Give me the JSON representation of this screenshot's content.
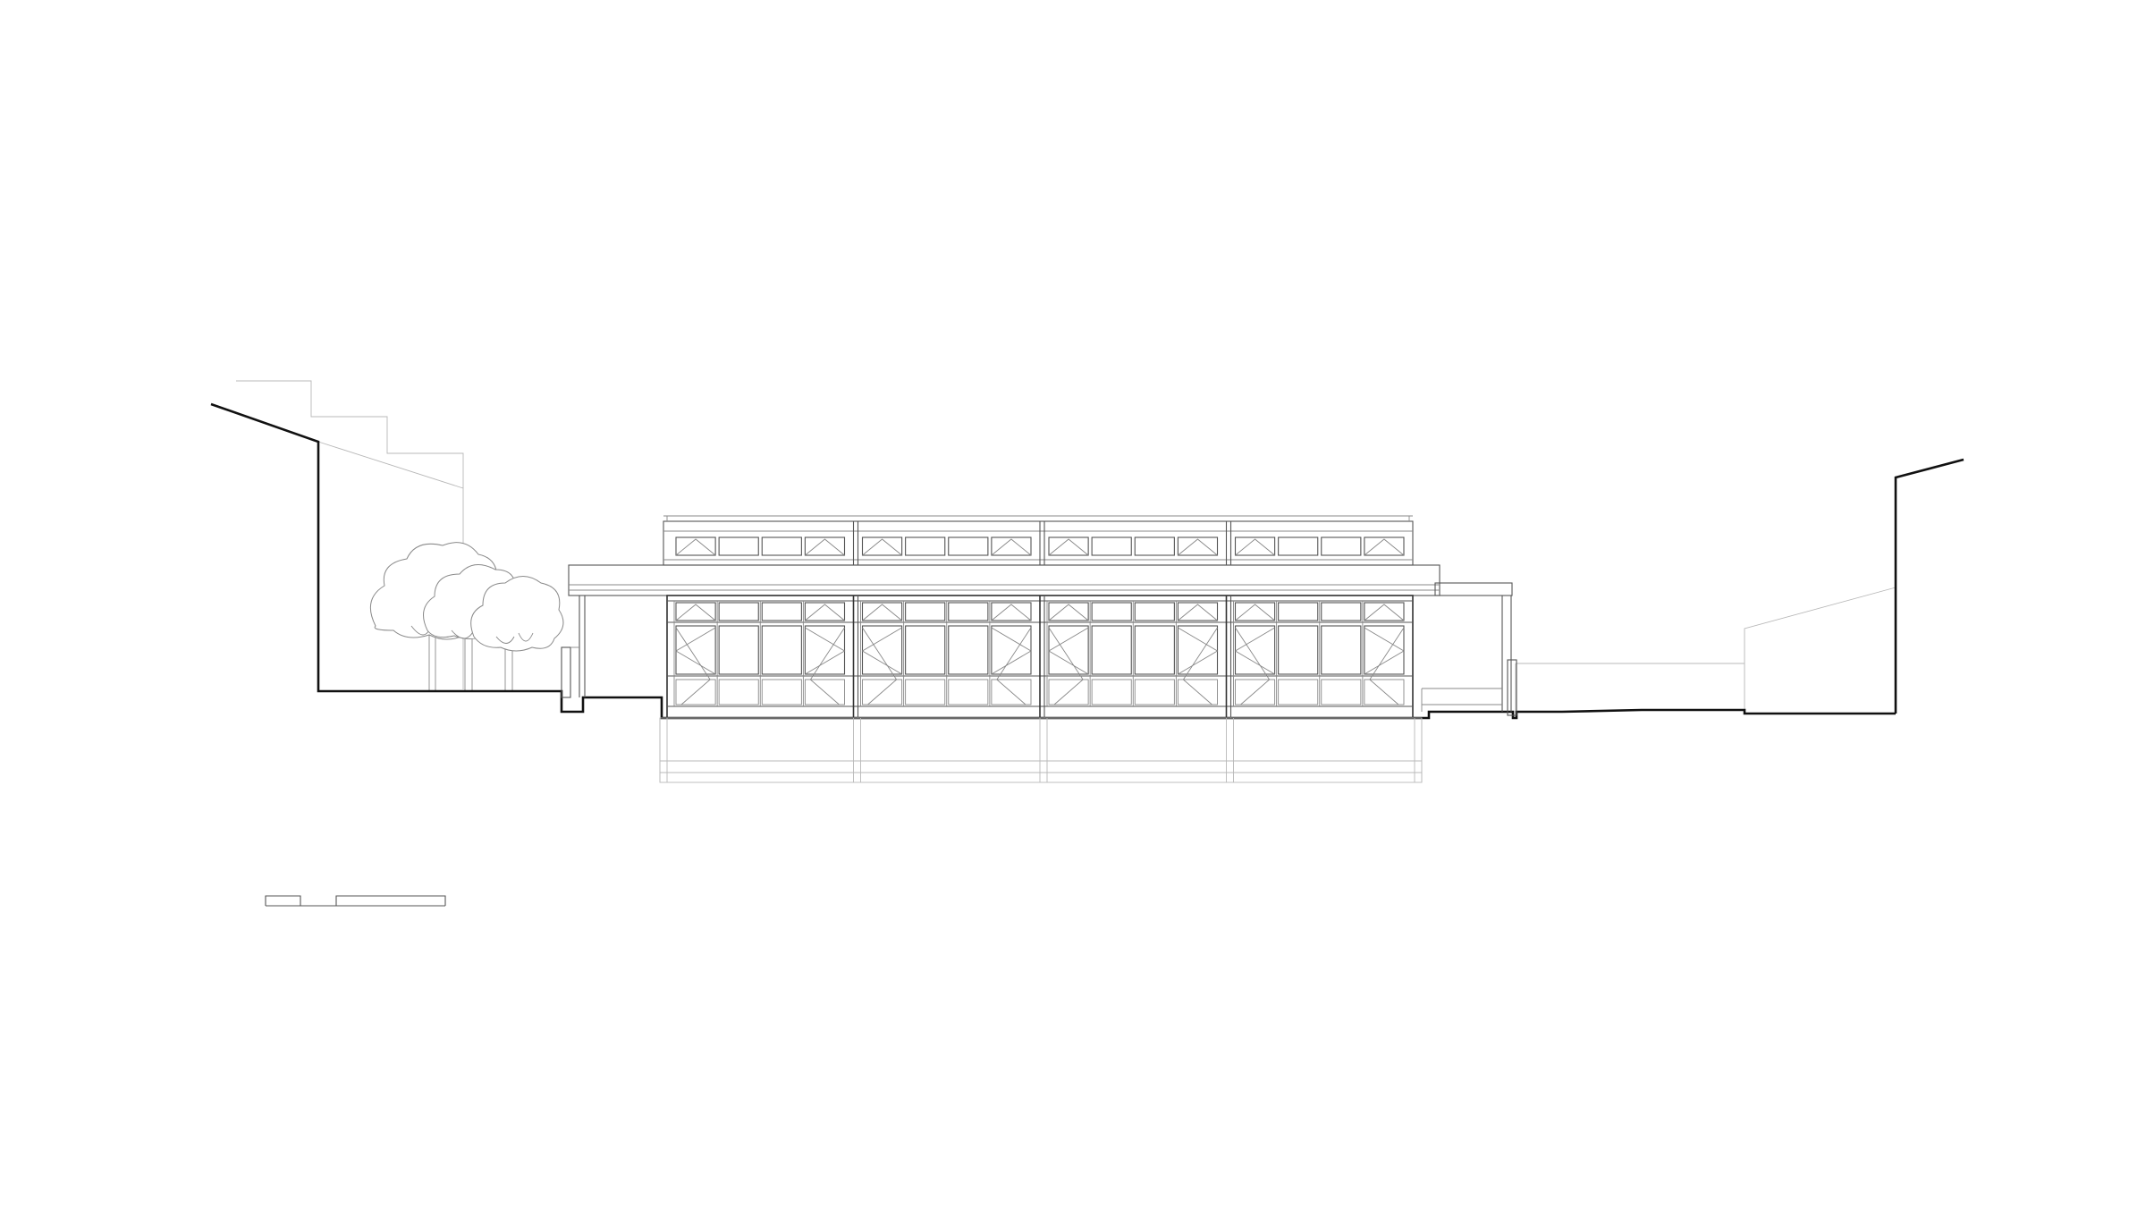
{
  "drawing": {
    "kind": "architectural-elevation",
    "line_color": "#111111",
    "faint_line_color": "#b8b8b8",
    "background": "#ffffff",
    "bays": 4,
    "panes_per_bay": 4,
    "trees": 3
  }
}
